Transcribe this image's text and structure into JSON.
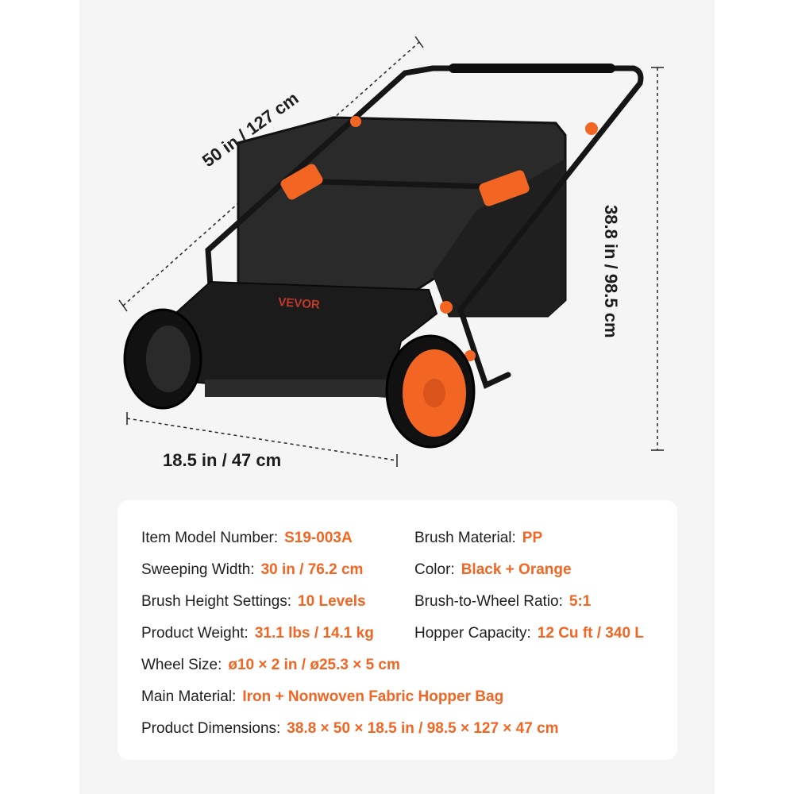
{
  "colors": {
    "accent": "#f26522",
    "panel": "#f5f5f5",
    "card": "#ffffff",
    "product_body": "#1b1b1b"
  },
  "product": {
    "brand_logo": "VEVOR"
  },
  "dimensions": {
    "length": "50 in / 127 cm",
    "height": "38.8 in / 98.5 cm",
    "width": "18.5 in / 47 cm"
  },
  "specs": {
    "model": {
      "label": "Item Model Number:",
      "value": "S19-003A"
    },
    "brush_material": {
      "label": "Brush Material:",
      "value": "PP"
    },
    "sweeping_width": {
      "label": "Sweeping Width:",
      "value": "30 in / 76.2 cm"
    },
    "color": {
      "label": "Color:",
      "value": "Black + Orange"
    },
    "brush_height": {
      "label": "Brush Height Settings:",
      "value": "10 Levels"
    },
    "ratio": {
      "label": "Brush-to-Wheel Ratio:",
      "value": "5:1"
    },
    "weight": {
      "label": "Product Weight:",
      "value": "31.1 lbs / 14.1 kg"
    },
    "hopper": {
      "label": "Hopper Capacity:",
      "value": "12 Cu ft / 340 L"
    },
    "wheel": {
      "label": "Wheel Size:",
      "value": "ø10 × 2 in / ø25.3 × 5 cm"
    },
    "main_material": {
      "label": "Main Material:",
      "value": "Iron + Nonwoven Fabric Hopper Bag"
    },
    "dimensions": {
      "label": "Product Dimensions:",
      "value": "38.8 × 50 × 18.5 in / 98.5 × 127 × 47 cm"
    }
  }
}
